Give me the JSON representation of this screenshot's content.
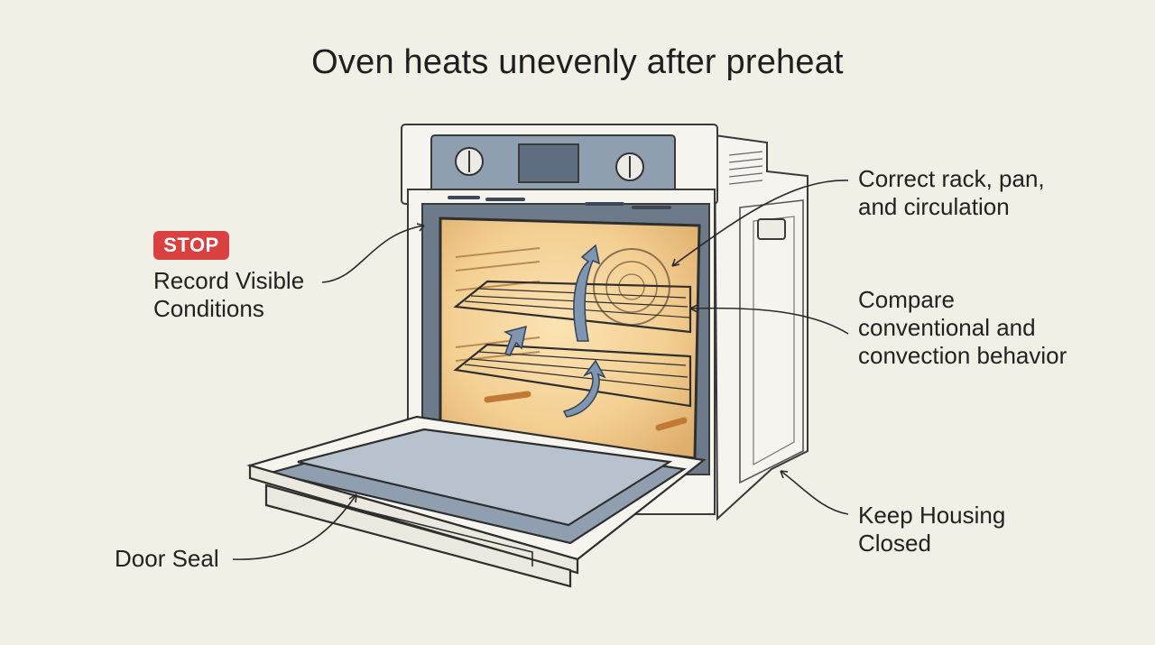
{
  "title": "Oven heats unevenly after preheat",
  "labels": {
    "stop_badge": "STOP",
    "record_visible_conditions": [
      "Record Visible",
      "Conditions"
    ],
    "door_seal": "Door Seal",
    "rack_pan_circulation": [
      "Correct rack, pan,",
      "and circulation"
    ],
    "compare_modes": [
      "Compare",
      "conventional and",
      "convection behavior"
    ],
    "keep_housing_closed": [
      "Keep Housing",
      "Closed"
    ]
  },
  "colors": {
    "background": "#f2efe6",
    "stop_badge": "#d94040",
    "panel_steel": "#8f9fb0",
    "cavity_glow": "#f0c98c",
    "airflow_arrow": "#7f95b0"
  },
  "icons": [
    "oven-illustration",
    "airflow-arrow-icon",
    "control-knob-icon"
  ]
}
